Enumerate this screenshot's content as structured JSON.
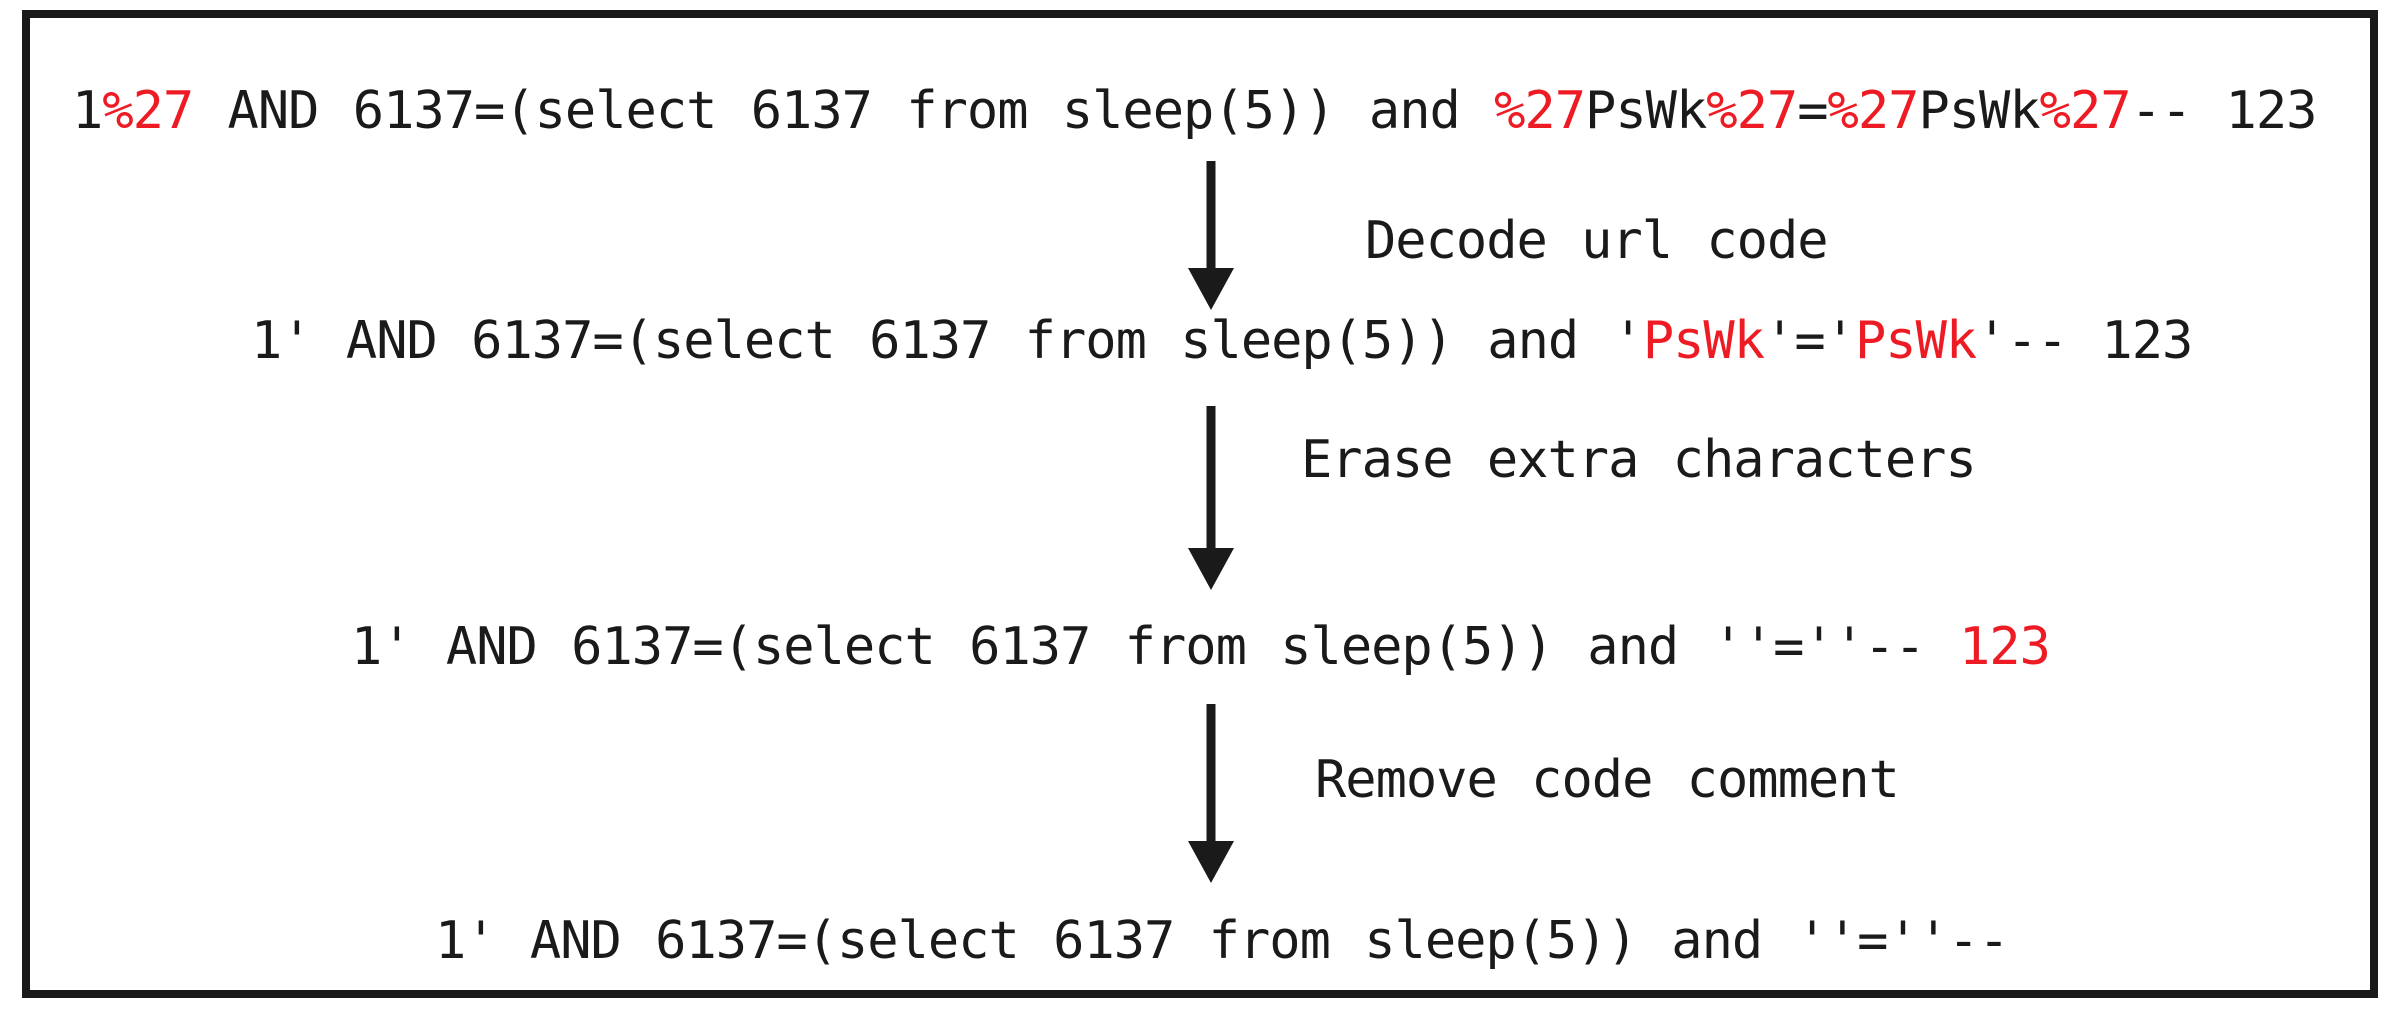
{
  "colors": {
    "text": "#1a1a1a",
    "highlight": "#ed1c24",
    "border": "#1a1a1a",
    "background": "#ffffff"
  },
  "diagram": {
    "description": "SQL injection payload decoding flow",
    "lines": [
      {
        "name": "encoded-payload",
        "segments": [
          {
            "text": "1",
            "red": false
          },
          {
            "text": "%27",
            "red": true
          },
          {
            "text": " AND 6137=(select 6137 from sleep(5)) and ",
            "red": false
          },
          {
            "text": "%27",
            "red": true
          },
          {
            "text": "PsWk",
            "red": false
          },
          {
            "text": "%27",
            "red": true
          },
          {
            "text": "=",
            "red": false
          },
          {
            "text": "%27",
            "red": true
          },
          {
            "text": "PsWk",
            "red": false
          },
          {
            "text": "%27",
            "red": true
          },
          {
            "text": "-- 123",
            "red": false
          }
        ]
      },
      {
        "name": "url-decoded-payload",
        "segments": [
          {
            "text": "1' AND 6137=(select 6137 from sleep(5)) and '",
            "red": false
          },
          {
            "text": "PsWk",
            "red": true
          },
          {
            "text": "'='",
            "red": false
          },
          {
            "text": "PsWk",
            "red": true
          },
          {
            "text": "'-- 123",
            "red": false
          }
        ]
      },
      {
        "name": "erased-payload",
        "segments": [
          {
            "text": "1' AND 6137=(select 6137 from sleep(5)) and ''=''-- ",
            "red": false
          },
          {
            "text": "123",
            "red": true
          }
        ]
      },
      {
        "name": "final-payload",
        "segments": [
          {
            "text": "1' AND 6137=(select 6137 from sleep(5)) and ''=''--",
            "red": false
          }
        ]
      }
    ],
    "arrows": [
      {
        "label": "Decode url code"
      },
      {
        "label": "Erase extra characters"
      },
      {
        "label": "Remove code comment"
      }
    ]
  }
}
